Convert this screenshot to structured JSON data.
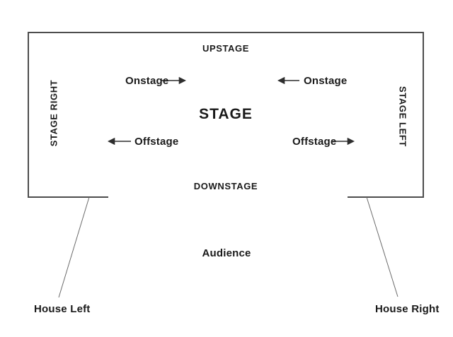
{
  "diagram": {
    "title_hint": "stage-directions-diagram",
    "stage": {
      "upstage_label": "UPSTAGE",
      "stage_label": "STAGE",
      "downstage_label": "DOWNSTAGE",
      "stage_right_label": "STAGE RIGHT",
      "stage_left_label": "STAGE LEFT",
      "onstage_left_label": "Onstage",
      "onstage_right_label": "Onstage",
      "offstage_left_label": "Offstage",
      "offstage_right_label": "Offstage"
    },
    "house": {
      "audience_label": "Audience",
      "house_left_label": "House Left",
      "house_right_label": "House Right"
    },
    "colors": {
      "background": "#ffffff",
      "line": "#4d4d4d",
      "thin_line": "#6b6b6b",
      "arrow": "#2e2e2e",
      "text": "#1a1a1a"
    }
  }
}
